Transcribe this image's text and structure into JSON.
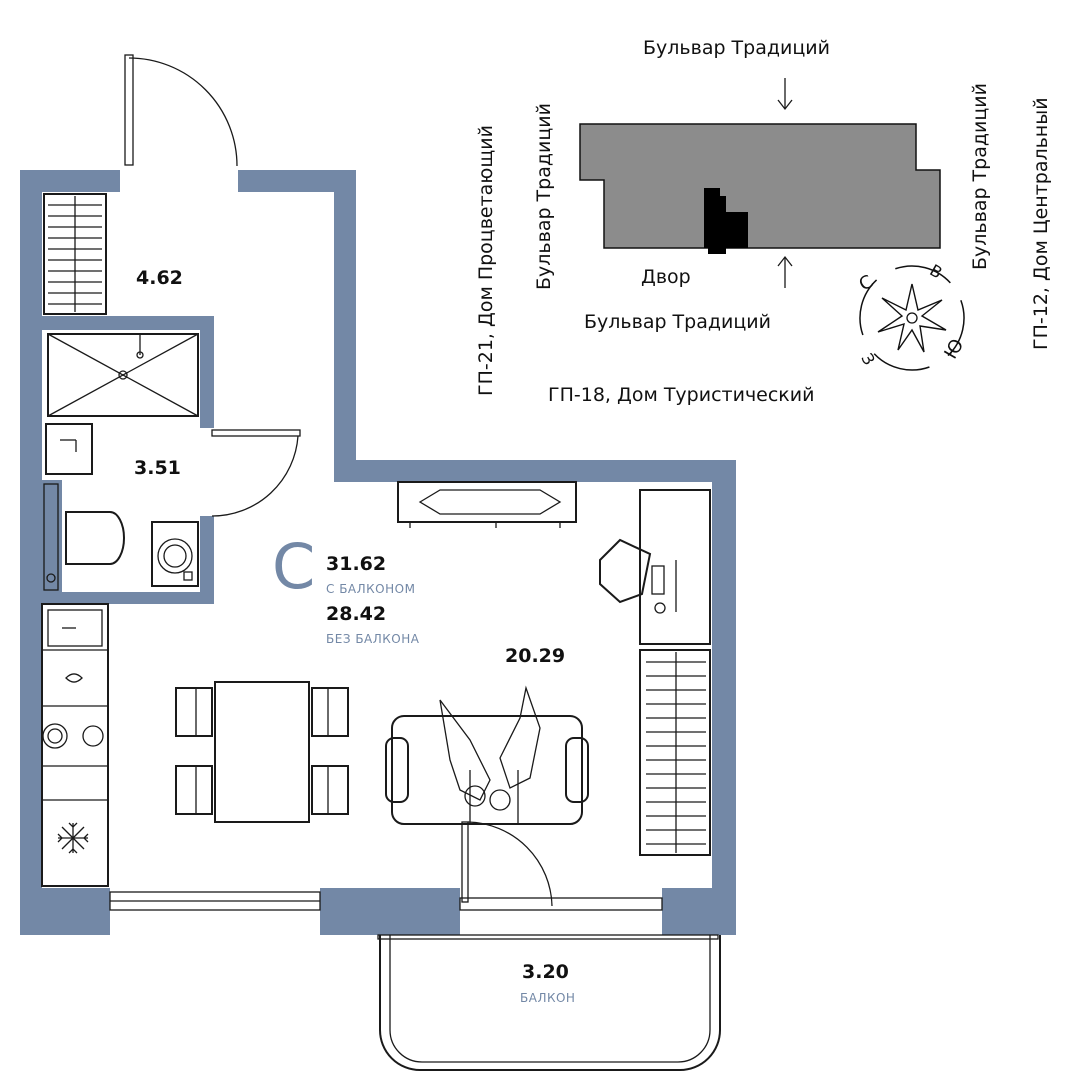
{
  "apartment": {
    "type_letter": "С",
    "total_area": "31.62",
    "total_area_caption": "С БАЛКОНОМ",
    "living_area": "28.42",
    "living_area_caption": "БЕЗ БАЛКОНА"
  },
  "rooms": {
    "hall": "4.62",
    "bathroom": "3.51",
    "studio": "20.29",
    "balcony": "3.20",
    "balcony_caption": "БАЛКОН"
  },
  "site_plan": {
    "street_top": "Бульвар Традиций",
    "street_left": "Бульвар Традиций",
    "street_bottom": "Бульвар Традиций",
    "street_right": "Бульвар Традиций",
    "yard": "Двор",
    "neighbor_west": "ГП-21, Дом Процветающий",
    "neighbor_south": "ГП-18, Дом Туристический",
    "neighbor_east": "ГП-12, Дом Центральный",
    "compass": {
      "n": "С",
      "e": "В",
      "s": "Ю",
      "w": "З"
    }
  },
  "colors": {
    "wall": "#7388a6",
    "building": "#8c8c8c",
    "highlight": "#000000"
  },
  "icons": [
    "arrow-down-icon",
    "arrow-up-icon",
    "compass-rose-icon",
    "snowflake-icon"
  ]
}
